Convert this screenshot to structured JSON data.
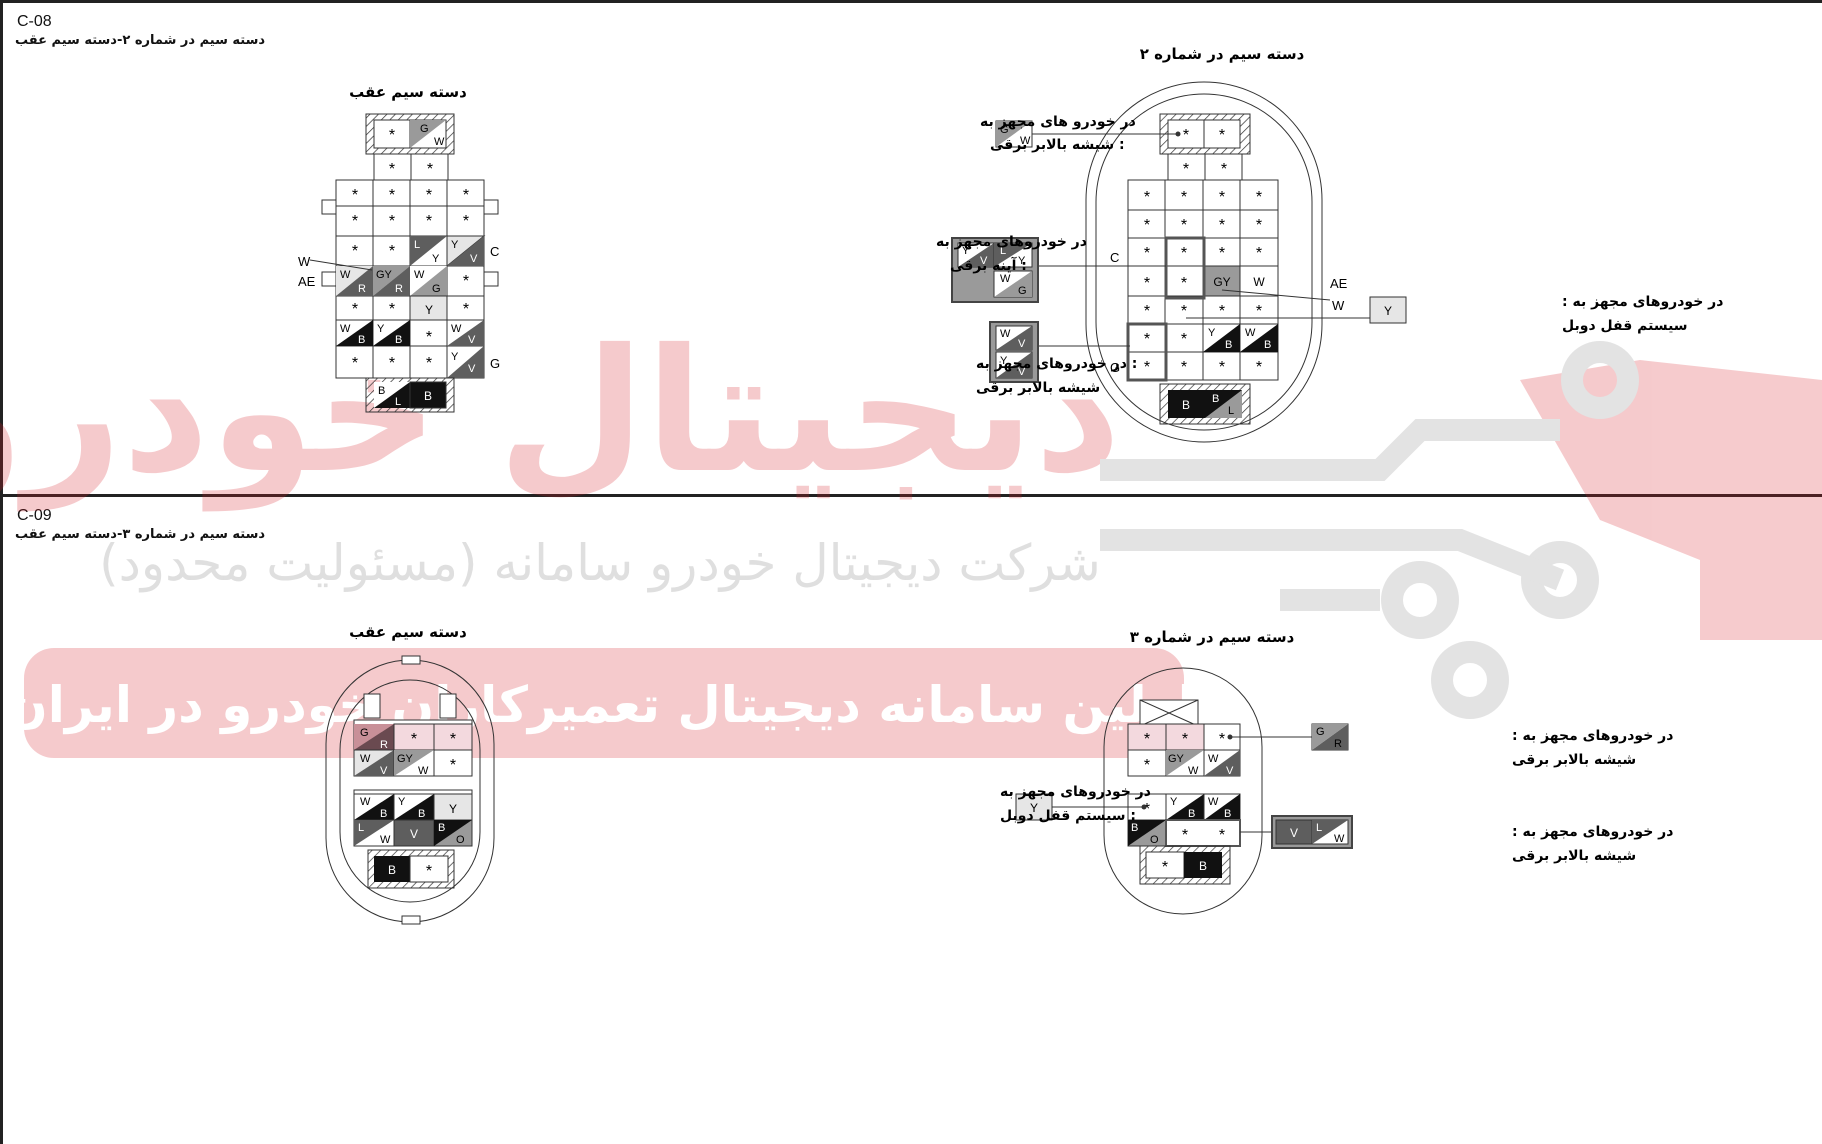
{
  "watermark": {
    "logo_text": "دیجیتال خودرو",
    "company": "شرکت دیجیتال خودرو سامانه (مسئولیت محدود)",
    "slogan": "اولین سامانه دیجیتال تعمیرکاران خودرو در ایران"
  },
  "c08": {
    "code": "C-08",
    "subtitle": "دسته سیم در شماره ۲-دسته سیم عقب",
    "left_title": "دسته سیم عقب",
    "right_title": "دسته سیم در شماره ۲",
    "note_top_1": "در خودرو های مجهز به",
    "note_top_2": ": شیشه بالابر برقی",
    "note_mirror_1": "در خودروهای مجهز به",
    "note_mirror_2": ": آینه برقی",
    "note_window_1": ": در خودروهای مجهز به",
    "note_window_2": "شیشه بالابر برقی",
    "note_lock_1": "در خودروهای مجهز به :",
    "note_lock_2": "سیستم قفل دوبل",
    "side_C": "C",
    "side_AE": "AE",
    "side_W": "W",
    "side_G": "G",
    "lock_wire": "Y"
  },
  "c09": {
    "code": "C-09",
    "subtitle": "دسته سیم در شماره ۳-دسته سیم عقب",
    "left_title": "دسته سیم عقب",
    "right_title": "دسته سیم در شماره ۳",
    "note_gr_1": "در خودروهای مجهز به :",
    "note_gr_2": "شیشه بالابر برقی",
    "note_y_1": "در خودروهای مجهز به",
    "note_y_2": ": سیستم قفل دوبل",
    "note_vlw_1": "در خودروهای مجهز به :",
    "note_vlw_2": "شیشه بالابر برقی",
    "lock_wire": "Y"
  },
  "colors": {
    "light": "#e6e6e6",
    "mid": "#9a9a9a",
    "dark": "#5e5e5e",
    "black": "#111111",
    "watermark": "#d81e28"
  }
}
